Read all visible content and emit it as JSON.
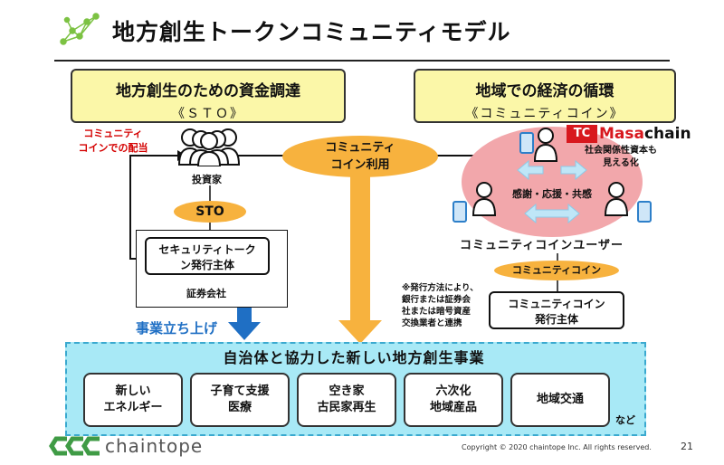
{
  "header": {
    "title": "地方創生トークンコミュニティモデル"
  },
  "left_box": {
    "heading": "地方創生のための資金調達",
    "sub": "《ＳＴＯ》"
  },
  "right_box": {
    "heading": "地域での経済の循環",
    "sub": "《コミュニティコイン》"
  },
  "red_note": {
    "line1": "コミュニティ",
    "line2": "コインでの配当"
  },
  "investors": {
    "label": "投資家"
  },
  "sto_oval": {
    "label": "STO"
  },
  "issuer_box": {
    "line1": "セキュリティトーク",
    "line2": "ン発行主体"
  },
  "securities": {
    "label": "証券会社"
  },
  "center_oval": {
    "line1": "コミュニティ",
    "line2": "コイン利用"
  },
  "masachain": {
    "name_prefix": "Masa",
    "name_suffix": "chain",
    "note1": "社会関係性資本も",
    "note2": "見える化"
  },
  "circle_text": "感謝・応援・共感",
  "users_label": "コミュニティコインユーザー",
  "coin_oval": {
    "label": "コミュニティコイン"
  },
  "coin_issuer": {
    "line1": "コミュニティコイン",
    "line2": "発行主体"
  },
  "issue_note": {
    "line1": "※発行方法により、",
    "line2": "銀行または証券会",
    "line3": "社または暗号資産",
    "line4": "交換業者と連携"
  },
  "launch_label": "事業立ち上げ",
  "bottom": {
    "title": "自治体と協力した新しい地方創生事業",
    "projects": [
      {
        "line1": "新しい",
        "line2": "エネルギー"
      },
      {
        "line1": "子育て支援",
        "line2": "医療"
      },
      {
        "line1": "空き家",
        "line2": "古民家再生"
      },
      {
        "line1": "六次化",
        "line2": "地域産品"
      },
      {
        "line1": "地域交通",
        "line2": ""
      }
    ],
    "etc": "など"
  },
  "footer": {
    "logo_text": "chaintope",
    "copyright": "Copyright © 2020 chaintope Inc. All rights reserved.",
    "page": "21"
  },
  "colors": {
    "yellow": "#fbf7a8",
    "orange": "#f7b23e",
    "blue_arrow": "#1f6fc4",
    "pink": "#f2a7ab",
    "cyan": "#a8e9f6",
    "green": "#3f9b45"
  }
}
